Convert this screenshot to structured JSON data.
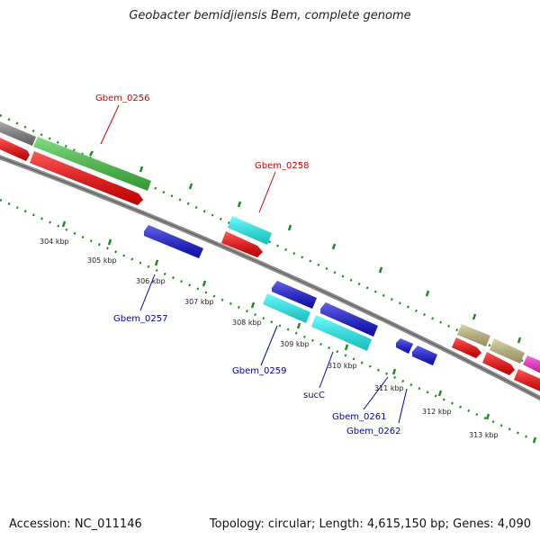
{
  "title": "Geobacter bemidjiensis Bem, complete genome",
  "footer": {
    "accession": "Accession: NC_011146",
    "topology": "Topology: circular; Length: 4,615,150 bp; Genes: 4,090"
  },
  "colors": {
    "backbone": "#8c8c8c",
    "tick": "#1e8c1e",
    "label_top": "#cc0000",
    "label_bottom": "#0000aa",
    "gray": "#808080",
    "green": "#44cc44",
    "red": "#ff0000",
    "cyan": "#22ffff",
    "blue": "#1010dd",
    "khaki": "#c8c080",
    "magenta": "#ff22cc"
  },
  "kbp_labels": [
    "304 kbp",
    "305 kbp",
    "306 kbp",
    "307 kbp",
    "308 kbp",
    "309 kbp",
    "310 kbp",
    "311 kbp",
    "312 kbp",
    "313 kbp"
  ],
  "gene_labels": {
    "Gbem_0256": "Gbem_0256",
    "Gbem_0258": "Gbem_0258",
    "Gbem_0257": "Gbem_0257",
    "Gbem_0259": "Gbem_0259",
    "sucC": "sucC",
    "Gbem_0261": "Gbem_0261",
    "Gbem_0262": "Gbem_0262"
  }
}
